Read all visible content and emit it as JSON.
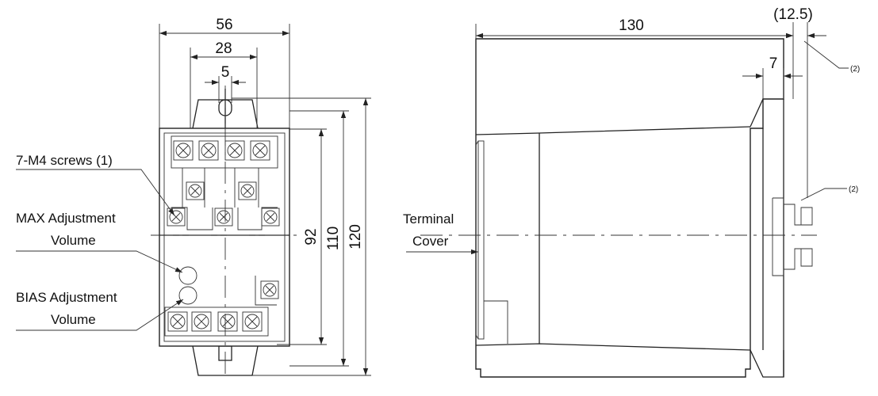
{
  "front_view": {
    "dims": {
      "width_56": "56",
      "spacing_28": "28",
      "slot_5": "5",
      "height_92": "92",
      "height_110": "110",
      "height_120": "120"
    },
    "labels": {
      "screws": "7-M4 screws (1)",
      "max_line1": "MAX Adjustment",
      "max_line2": "Volume",
      "bias_line1": "BIAS Adjustment",
      "bias_line2": "Volume"
    }
  },
  "side_view": {
    "dims": {
      "depth_130": "130",
      "offset_12_5": "(12.5)",
      "tab_7": "7"
    },
    "labels": {
      "terminal_line1": "Terminal",
      "terminal_line2": "Cover",
      "note_top": "(2)",
      "note_mid": "(2)"
    }
  }
}
